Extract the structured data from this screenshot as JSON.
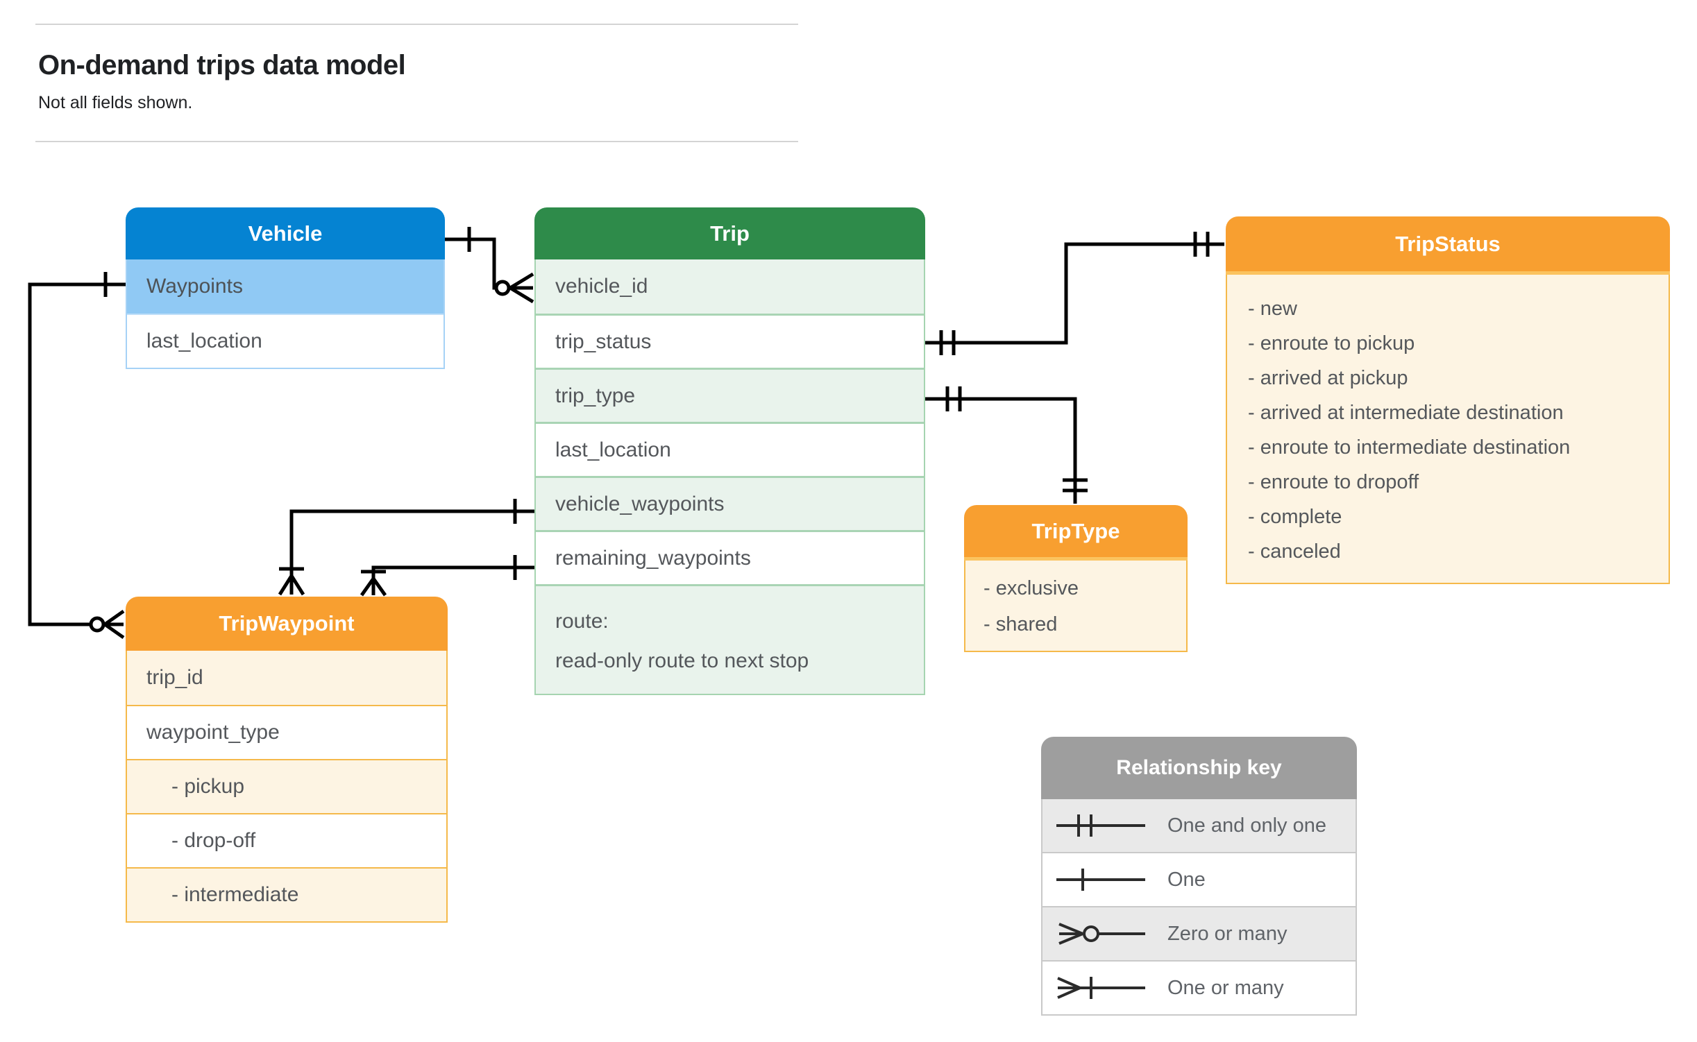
{
  "page": {
    "title": "On-demand trips data model",
    "subtitle": "Not all fields shown."
  },
  "entities": {
    "vehicle": {
      "title": "Vehicle",
      "rows": [
        {
          "label": "Waypoints"
        },
        {
          "label": "last_location"
        }
      ]
    },
    "trip": {
      "title": "Trip",
      "rows": [
        {
          "label": "vehicle_id"
        },
        {
          "label": "trip_status"
        },
        {
          "label": "trip_type"
        },
        {
          "label": "last_location"
        },
        {
          "label": "vehicle_waypoints"
        },
        {
          "label": "remaining_waypoints"
        },
        {
          "label": "route:\nread-only route to next stop",
          "tall": true
        }
      ]
    },
    "trip_status": {
      "title": "TripStatus",
      "values": [
        "- new",
        "- enroute to pickup",
        "- arrived at pickup",
        "- arrived at intermediate destination",
        "- enroute to intermediate destination",
        "- enroute to dropoff",
        "- complete",
        "- canceled"
      ]
    },
    "trip_type": {
      "title": "TripType",
      "values": [
        "- exclusive",
        "- shared"
      ]
    },
    "trip_waypoint": {
      "title": "TripWaypoint",
      "rows": [
        {
          "label": "trip_id"
        },
        {
          "label": "waypoint_type"
        },
        {
          "label": "- pickup",
          "indent": true
        },
        {
          "label": "- drop-off",
          "indent": true
        },
        {
          "label": "- intermediate",
          "indent": true
        }
      ]
    }
  },
  "relationships": [
    {
      "from": "Vehicle",
      "to": "Trip.vehicle_id",
      "from_cardinality": "one",
      "to_cardinality": "zero-or-many"
    },
    {
      "from": "Trip.trip_status",
      "to": "TripStatus",
      "from_cardinality": "one-and-only-one",
      "to_cardinality": "one-and-only-one"
    },
    {
      "from": "Trip.trip_type",
      "to": "TripType",
      "from_cardinality": "one-and-only-one",
      "to_cardinality": "one-and-only-one"
    },
    {
      "from": "Trip.vehicle_waypoints",
      "to": "TripWaypoint",
      "from_cardinality": "one",
      "to_cardinality": "one-or-many"
    },
    {
      "from": "Trip.remaining_waypoints",
      "to": "TripWaypoint",
      "from_cardinality": "one",
      "to_cardinality": "one-or-many"
    },
    {
      "from": "Vehicle.Waypoints",
      "to": "TripWaypoint",
      "from_cardinality": "one",
      "to_cardinality": "zero-or-many"
    }
  ],
  "legend": {
    "title": "Relationship key",
    "rows": [
      {
        "symbol": "one-and-only-one-symbol",
        "label": "One and only one"
      },
      {
        "symbol": "one-symbol",
        "label": "One"
      },
      {
        "symbol": "zero-or-many-symbol",
        "label": "Zero or many"
      },
      {
        "symbol": "one-or-many-symbol",
        "label": "One or many"
      }
    ]
  },
  "colors": {
    "vehicle_header": "#0583d2",
    "vehicle_highlight_row": "#90c9f4",
    "trip_header": "#2e8b4a",
    "trip_row_tint": "#e9f3ec",
    "enum_header": "#f89f30",
    "enum_body": "#fdf4e3",
    "legend_header": "#9e9e9e",
    "legend_row_tint": "#e9e9e9",
    "connector": "#000000",
    "field_text": "#54575b",
    "title_text": "#1f2124"
  }
}
